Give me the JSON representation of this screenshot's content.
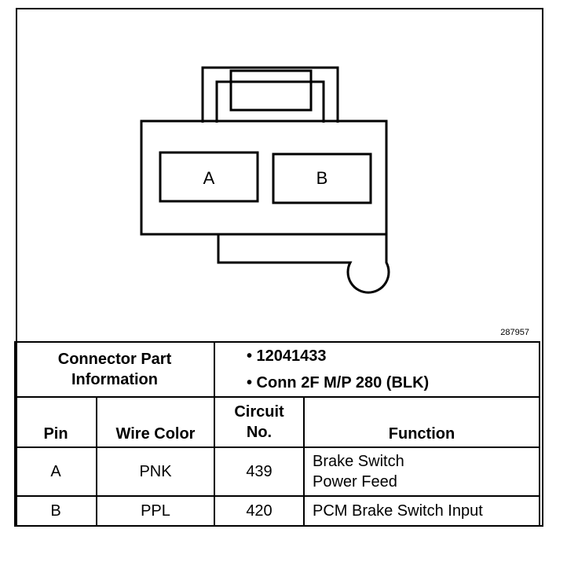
{
  "diagram": {
    "cavity_a": "A",
    "cavity_b": "B",
    "reference_number": "287957"
  },
  "part_info": {
    "label_line1": "Connector Part",
    "label_line2": "Information",
    "items": [
      "• 12041433",
      "• Conn 2F M/P 280 (BLK)"
    ]
  },
  "headers": {
    "pin": "Pin",
    "wire_color": "Wire Color",
    "circuit_line1": "Circuit",
    "circuit_line2": "No.",
    "function": "Function"
  },
  "rows": [
    {
      "pin": "A",
      "wire_color": "PNK",
      "circuit": "439",
      "function_line1": "Brake Switch",
      "function_line2": "Power Feed"
    },
    {
      "pin": "B",
      "wire_color": "PPL",
      "circuit": "420",
      "function_line1": "PCM Brake Switch Input",
      "function_line2": ""
    }
  ]
}
